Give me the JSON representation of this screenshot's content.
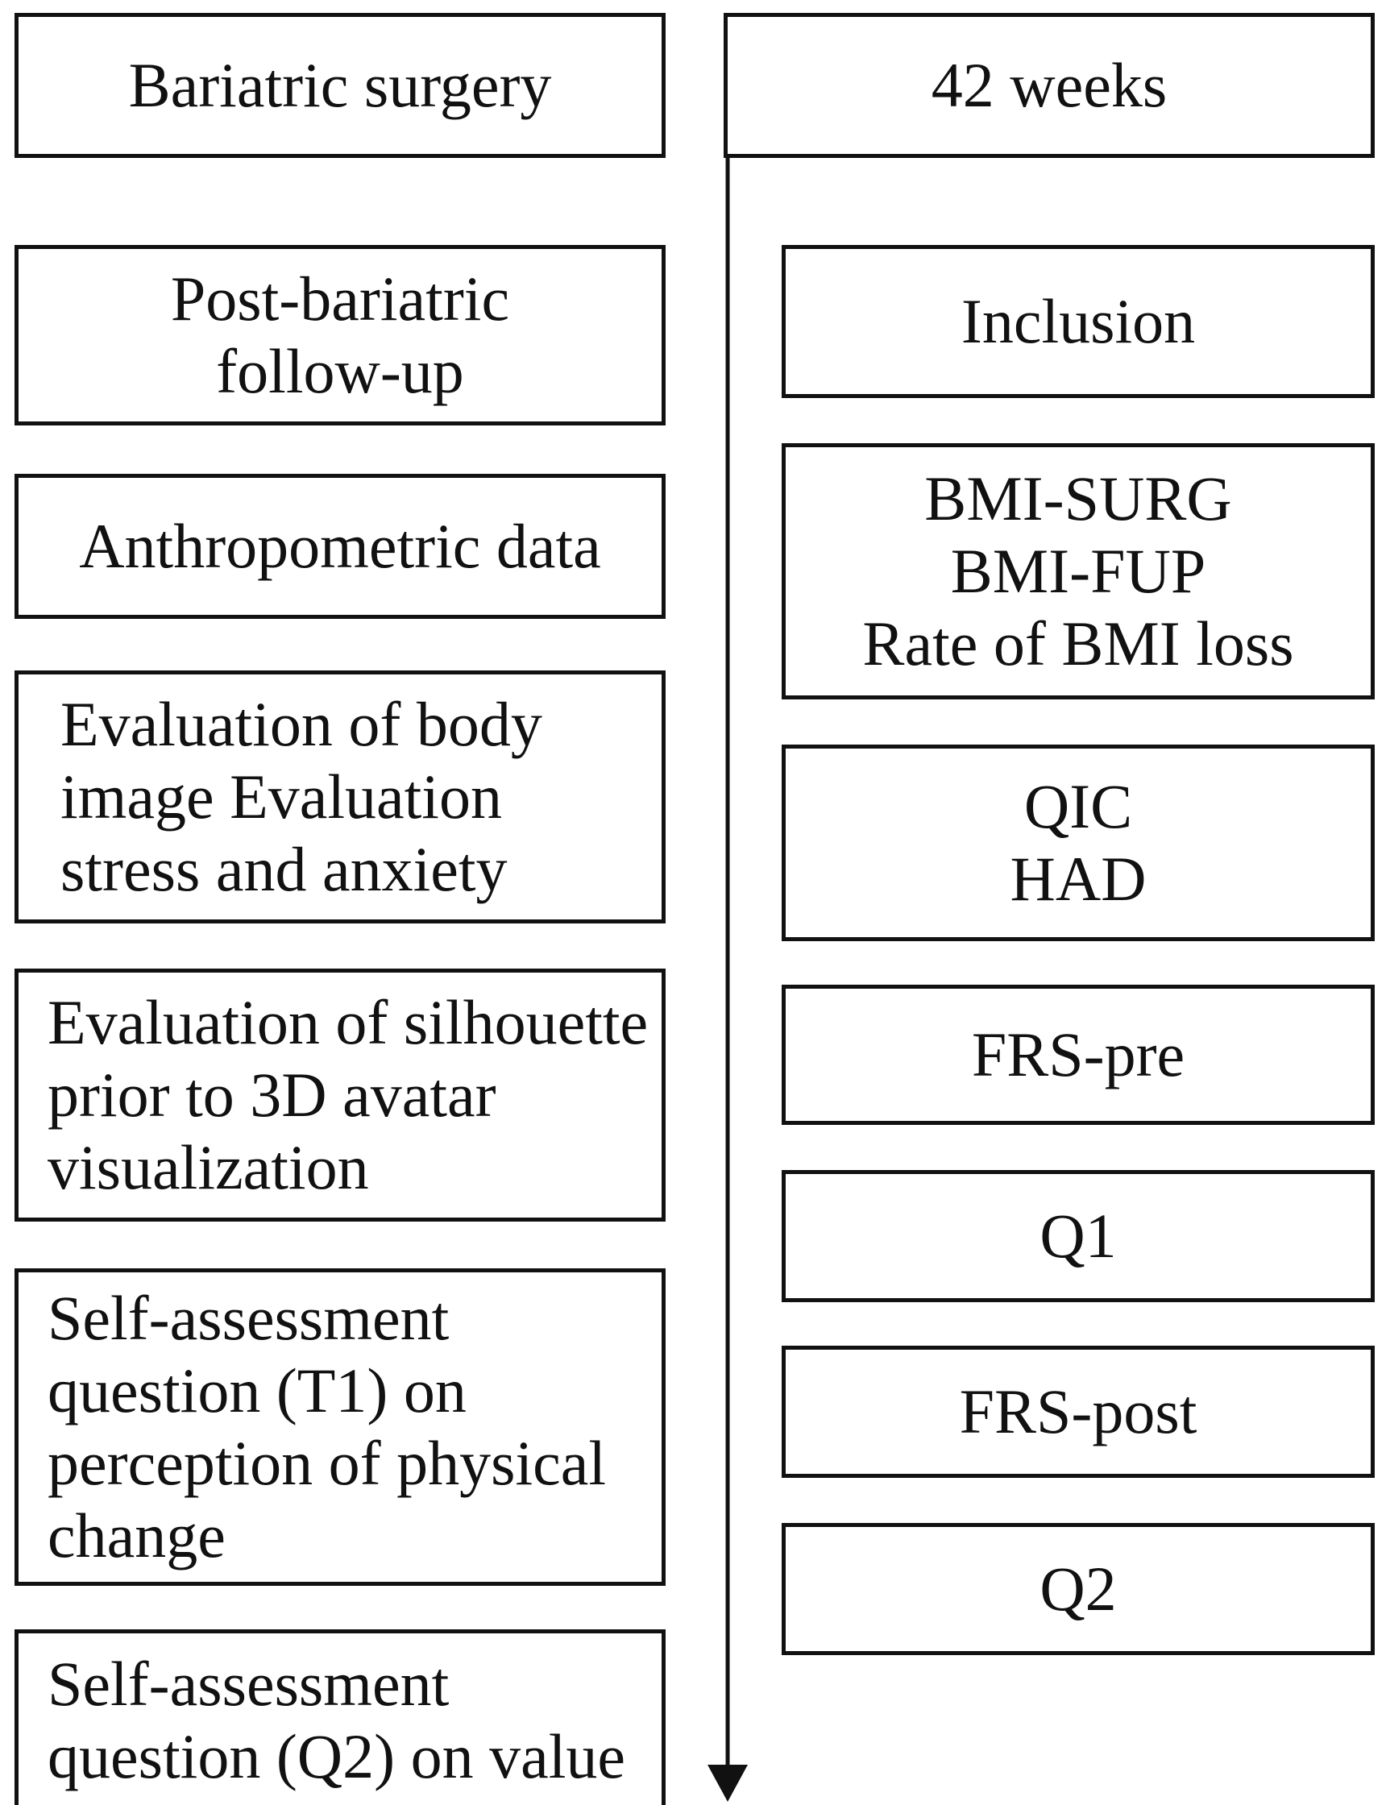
{
  "left_column": {
    "surgery": "Bariatric surgery",
    "followup": "Post-bariatric\nfollow-up",
    "anthropometric": "Anthropometric data",
    "body_image": "Evaluation of body\nimage Evaluation\nstress and anxiety",
    "silhouette": "Evaluation of silhouette\nprior to 3D avatar\nvisualization",
    "self_t1": "Self-assessment\nquestion (T1) on\nperception of physical\nchange",
    "self_q2": "Self-assessment\nquestion (Q2) on value"
  },
  "right_column": {
    "timeline": "42 weeks",
    "inclusion": "Inclusion",
    "bmi": "BMI-SURG\nBMI-FUP\nRate of BMI loss",
    "scales": "QIC\nHAD",
    "frs_pre": "FRS-pre",
    "q1": "Q1",
    "frs_post": "FRS-post",
    "q2": "Q2"
  }
}
